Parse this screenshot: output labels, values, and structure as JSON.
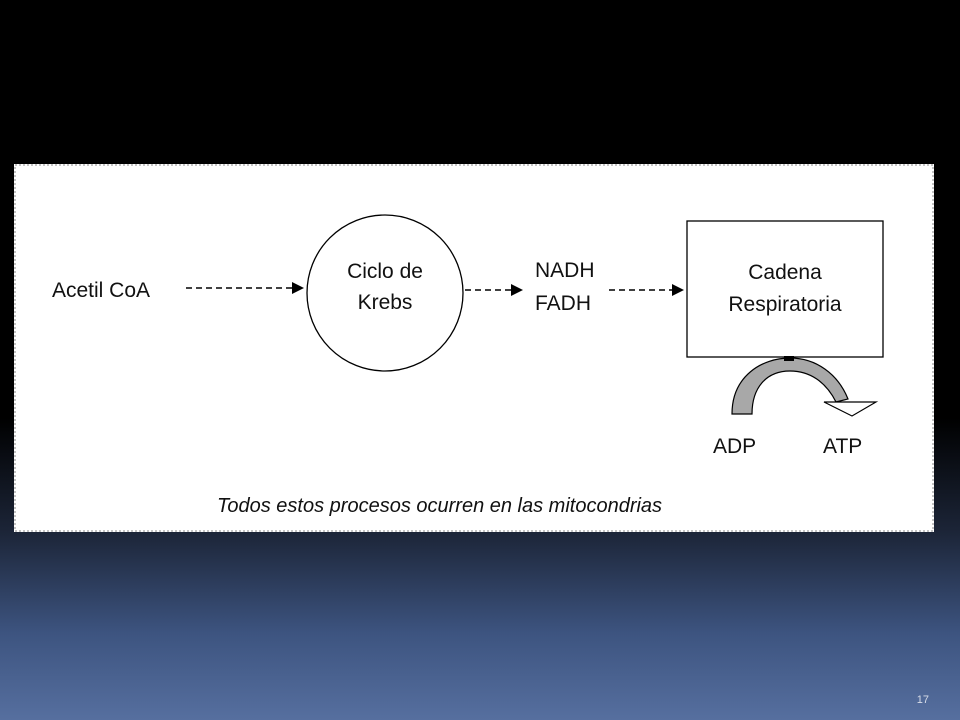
{
  "diagram": {
    "input_label": "Acetil CoA",
    "krebs_line1": "Ciclo de",
    "krebs_line2": "Krebs",
    "carrier_line1": "NADH",
    "carrier_line2": "FADH",
    "chain_line1": "Cadena",
    "chain_line2": "Respiratoria",
    "adp_label": "ADP",
    "atp_label": "ATP",
    "caption": "Todos estos procesos ocurren en las mitocondrias"
  },
  "slide": {
    "page_number": "17"
  },
  "colors": {
    "figure_background": "#ffffff",
    "stroke": "#000000",
    "curved_arrow_fill": "#a8a8a8",
    "dotted_border": "#888888"
  }
}
